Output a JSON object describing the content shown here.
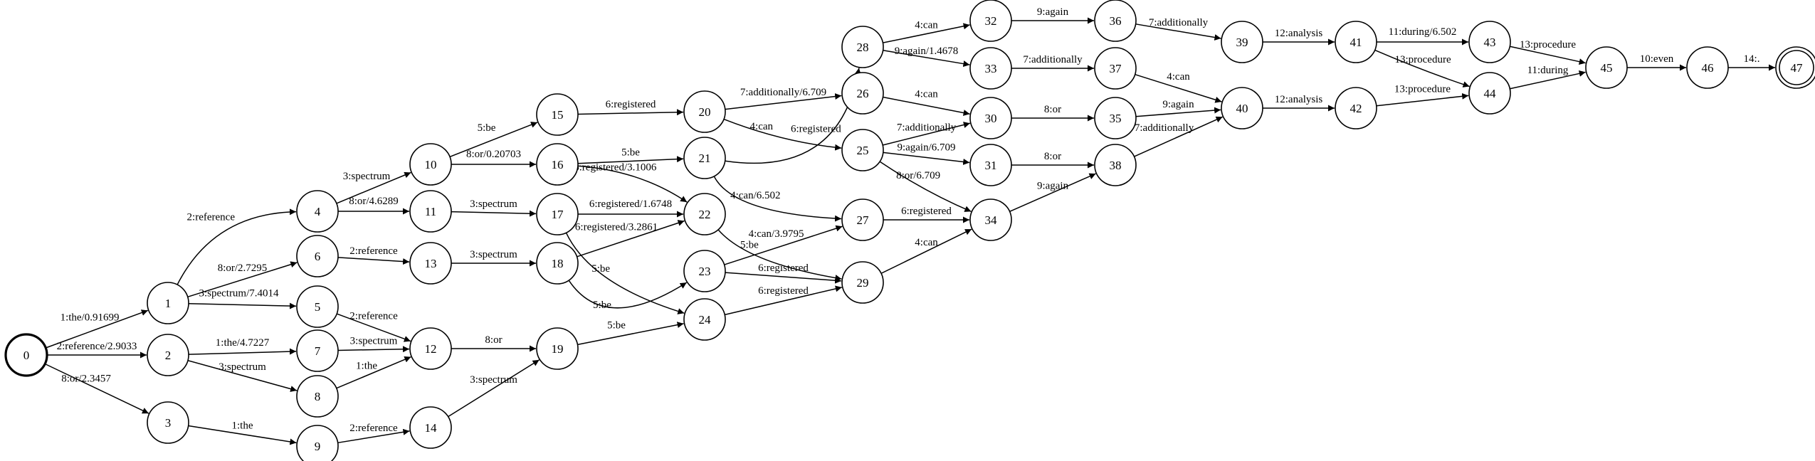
{
  "graph": {
    "start_state": "0",
    "final_state": "47",
    "states": [
      {
        "id": "0",
        "label": "0"
      },
      {
        "id": "1",
        "label": "1"
      },
      {
        "id": "2",
        "label": "2"
      },
      {
        "id": "3",
        "label": "3"
      },
      {
        "id": "4",
        "label": "4"
      },
      {
        "id": "5",
        "label": "5"
      },
      {
        "id": "6",
        "label": "6"
      },
      {
        "id": "7",
        "label": "7"
      },
      {
        "id": "8",
        "label": "8"
      },
      {
        "id": "9",
        "label": "9"
      },
      {
        "id": "10",
        "label": "10"
      },
      {
        "id": "11",
        "label": "11"
      },
      {
        "id": "12",
        "label": "12"
      },
      {
        "id": "13",
        "label": "13"
      },
      {
        "id": "14",
        "label": "14"
      },
      {
        "id": "15",
        "label": "15"
      },
      {
        "id": "16",
        "label": "16"
      },
      {
        "id": "17",
        "label": "17"
      },
      {
        "id": "18",
        "label": "18"
      },
      {
        "id": "19",
        "label": "19"
      },
      {
        "id": "20",
        "label": "20"
      },
      {
        "id": "21",
        "label": "21"
      },
      {
        "id": "22",
        "label": "22"
      },
      {
        "id": "23",
        "label": "23"
      },
      {
        "id": "24",
        "label": "24"
      },
      {
        "id": "25",
        "label": "25"
      },
      {
        "id": "26",
        "label": "26"
      },
      {
        "id": "27",
        "label": "27"
      },
      {
        "id": "28",
        "label": "28"
      },
      {
        "id": "29",
        "label": "29"
      },
      {
        "id": "30",
        "label": "30"
      },
      {
        "id": "31",
        "label": "31"
      },
      {
        "id": "32",
        "label": "32"
      },
      {
        "id": "33",
        "label": "33"
      },
      {
        "id": "34",
        "label": "34"
      },
      {
        "id": "35",
        "label": "35"
      },
      {
        "id": "36",
        "label": "36"
      },
      {
        "id": "37",
        "label": "37"
      },
      {
        "id": "38",
        "label": "38"
      },
      {
        "id": "39",
        "label": "39"
      },
      {
        "id": "40",
        "label": "40"
      },
      {
        "id": "41",
        "label": "41"
      },
      {
        "id": "42",
        "label": "42"
      },
      {
        "id": "43",
        "label": "43"
      },
      {
        "id": "44",
        "label": "44"
      },
      {
        "id": "45",
        "label": "45"
      },
      {
        "id": "46",
        "label": "46"
      },
      {
        "id": "47",
        "label": "47"
      }
    ],
    "edges": [
      {
        "from": "0",
        "to": "1",
        "label": "1:the/0.91699"
      },
      {
        "from": "0",
        "to": "2",
        "label": "2:reference/2.9033"
      },
      {
        "from": "0",
        "to": "3",
        "label": "8:or/2.3457"
      },
      {
        "from": "1",
        "to": "4",
        "label": "2:reference"
      },
      {
        "from": "1",
        "to": "6",
        "label": "8:or/2.7295"
      },
      {
        "from": "1",
        "to": "5",
        "label": "3:spectrum/7.4014"
      },
      {
        "from": "2",
        "to": "7",
        "label": "1:the/4.7227"
      },
      {
        "from": "2",
        "to": "8",
        "label": "3:spectrum"
      },
      {
        "from": "3",
        "to": "9",
        "label": "1:the"
      },
      {
        "from": "4",
        "to": "10",
        "label": "3:spectrum"
      },
      {
        "from": "4",
        "to": "11",
        "label": "8:or/4.6289"
      },
      {
        "from": "6",
        "to": "13",
        "label": "2:reference"
      },
      {
        "from": "5",
        "to": "12",
        "label": "2:reference"
      },
      {
        "from": "7",
        "to": "12",
        "label": "3:spectrum"
      },
      {
        "from": "8",
        "to": "12",
        "label": "1:the"
      },
      {
        "from": "9",
        "to": "14",
        "label": "2:reference"
      },
      {
        "from": "10",
        "to": "15",
        "label": "5:be"
      },
      {
        "from": "10",
        "to": "16",
        "label": "8:or/0.20703"
      },
      {
        "from": "11",
        "to": "17",
        "label": "3:spectrum"
      },
      {
        "from": "13",
        "to": "18",
        "label": "3:spectrum"
      },
      {
        "from": "12",
        "to": "19",
        "label": "8:or"
      },
      {
        "from": "14",
        "to": "19",
        "label": "3:spectrum"
      },
      {
        "from": "15",
        "to": "20",
        "label": "6:registered"
      },
      {
        "from": "16",
        "to": "21",
        "label": "5:be"
      },
      {
        "from": "16",
        "to": "22",
        "label": "6:registered/3.1006"
      },
      {
        "from": "17",
        "to": "22",
        "label": "6:registered/1.6748"
      },
      {
        "from": "17",
        "to": "24",
        "label": "5:be"
      },
      {
        "from": "18",
        "to": "22",
        "label": "6:registered/3.2861"
      },
      {
        "from": "18",
        "to": "23",
        "label": "5:be"
      },
      {
        "from": "19",
        "to": "24",
        "label": "5:be"
      },
      {
        "from": "20",
        "to": "26",
        "label": "7:additionally/6.709"
      },
      {
        "from": "20",
        "to": "25",
        "label": "4:can"
      },
      {
        "from": "21",
        "to": "28",
        "label": "6:registered"
      },
      {
        "from": "21",
        "to": "27",
        "label": "4:can/6.502"
      },
      {
        "from": "22",
        "to": "29",
        "label": "5:be"
      },
      {
        "from": "23",
        "to": "27",
        "label": "4:can/3.9795"
      },
      {
        "from": "23",
        "to": "29",
        "label": "6:registered"
      },
      {
        "from": "24",
        "to": "29",
        "label": "6:registered"
      },
      {
        "from": "26",
        "to": "30",
        "label": "4:can"
      },
      {
        "from": "25",
        "to": "30",
        "label": "7:additionally"
      },
      {
        "from": "25",
        "to": "31",
        "label": "9:again/6.709"
      },
      {
        "from": "25",
        "to": "34",
        "label": "8:or/6.709"
      },
      {
        "from": "27",
        "to": "34",
        "label": "6:registered"
      },
      {
        "from": "29",
        "to": "34",
        "label": "4:can"
      },
      {
        "from": "28",
        "to": "32",
        "label": "4:can"
      },
      {
        "from": "28",
        "to": "33",
        "label": "9:again/1.4678"
      },
      {
        "from": "32",
        "to": "36",
        "label": "9:again"
      },
      {
        "from": "33",
        "to": "37",
        "label": "7:additionally"
      },
      {
        "from": "30",
        "to": "35",
        "label": "8:or"
      },
      {
        "from": "31",
        "to": "38",
        "label": "8:or"
      },
      {
        "from": "34",
        "to": "38",
        "label": "9:again"
      },
      {
        "from": "36",
        "to": "39",
        "label": "7:additionally"
      },
      {
        "from": "37",
        "to": "40",
        "label": "4:can"
      },
      {
        "from": "35",
        "to": "40",
        "label": "9:again"
      },
      {
        "from": "38",
        "to": "40",
        "label": "7:additionally"
      },
      {
        "from": "39",
        "to": "41",
        "label": "12:analysis"
      },
      {
        "from": "40",
        "to": "42",
        "label": "12:analysis"
      },
      {
        "from": "41",
        "to": "43",
        "label": "11:during/6.502"
      },
      {
        "from": "41",
        "to": "44",
        "label": "13:procedure"
      },
      {
        "from": "42",
        "to": "44",
        "label": "13:procedure"
      },
      {
        "from": "43",
        "to": "45",
        "label": "13:procedure"
      },
      {
        "from": "44",
        "to": "45",
        "label": "11:during"
      },
      {
        "from": "45",
        "to": "46",
        "label": "10:even"
      },
      {
        "from": "46",
        "to": "47",
        "label": "14:."
      }
    ]
  }
}
